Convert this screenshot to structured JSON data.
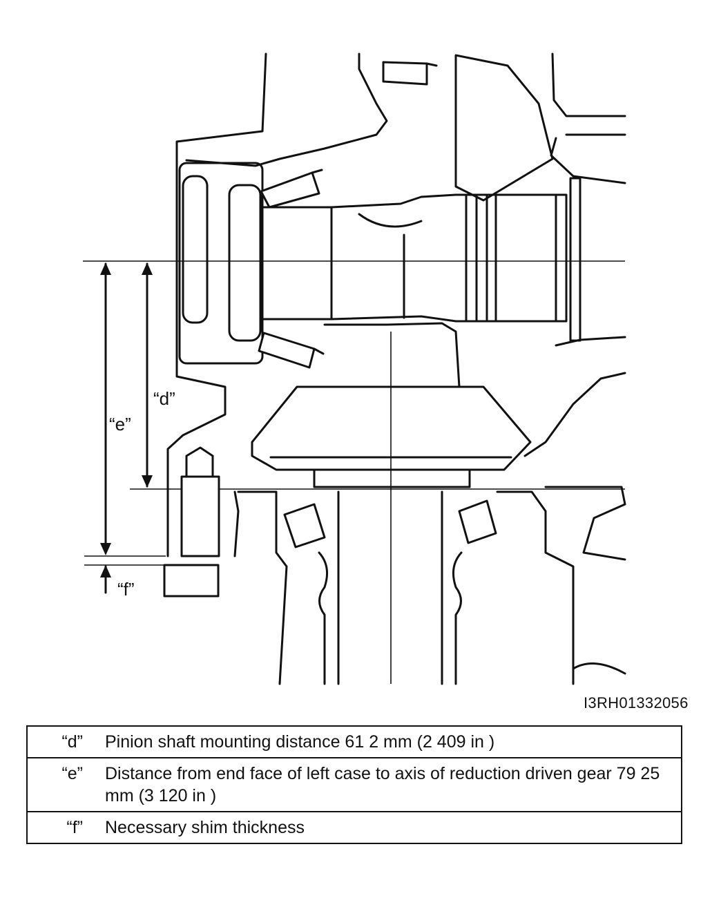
{
  "figure_id": "I3RH01332056",
  "dimension_labels": {
    "d": "“d”",
    "e": "“e”",
    "f": "“f”"
  },
  "legend": [
    {
      "key": "“d”",
      "text": "Pinion shaft mounting distance 61 2 mm (2 409 in )"
    },
    {
      "key": "“e”",
      "text": "Distance from end face of left case to axis of reduction driven gear 79 25 mm (3 120 in )"
    },
    {
      "key": "“f”",
      "text": "Necessary shim thickness"
    }
  ]
}
